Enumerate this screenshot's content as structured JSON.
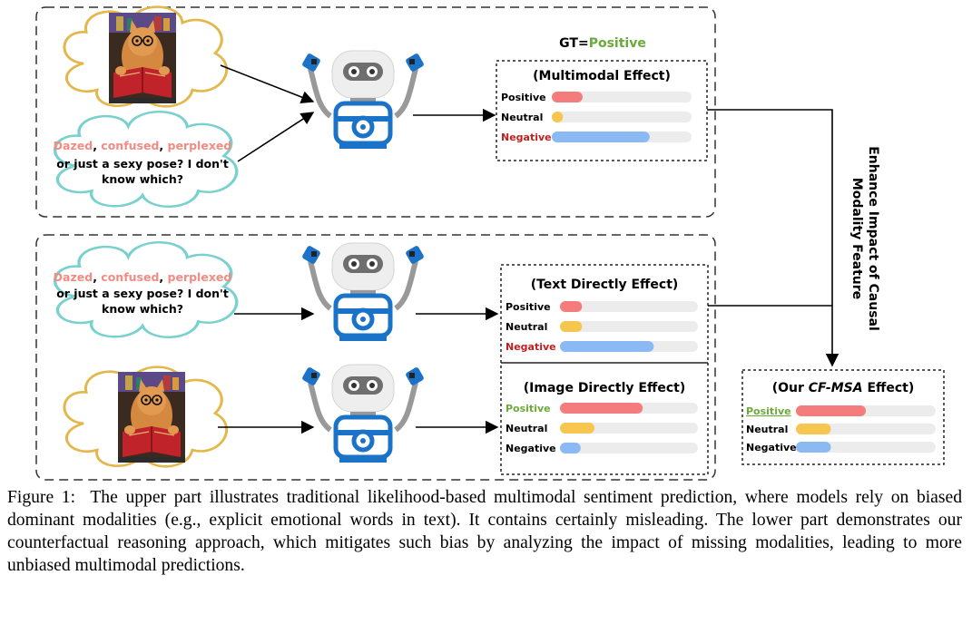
{
  "figure": {
    "gt": {
      "prefix": "GT=",
      "value": "Positive"
    },
    "text_bubble": {
      "w1": "Dazed",
      "c1": ", ",
      "w2": "confused",
      "c2": ", ",
      "w3": "perplexed",
      "line2": "or just a sexy pose? I don't",
      "line3": "know which?"
    },
    "side_label": {
      "line1": "Enhance Impact of Causal",
      "line2": "Modality Feature"
    },
    "panels": {
      "multimodal": {
        "title": "(Multimodal Effect)",
        "rows": [
          {
            "label": "Positive",
            "value": 0.22,
            "highlight": "none"
          },
          {
            "label": "Neutral",
            "value": 0.08,
            "highlight": "none"
          },
          {
            "label": "Negative",
            "value": 0.7,
            "highlight": "red"
          }
        ]
      },
      "text": {
        "title": "(Text Directly Effect)",
        "rows": [
          {
            "label": "Positive",
            "value": 0.16,
            "highlight": "none"
          },
          {
            "label": "Neutral",
            "value": 0.16,
            "highlight": "none"
          },
          {
            "label": "Negative",
            "value": 0.68,
            "highlight": "red"
          }
        ]
      },
      "image": {
        "title": "(Image Directly Effect)",
        "rows": [
          {
            "label": "Positive",
            "value": 0.6,
            "highlight": "green"
          },
          {
            "label": "Neutral",
            "value": 0.25,
            "highlight": "none"
          },
          {
            "label": "Negative",
            "value": 0.15,
            "highlight": "none"
          }
        ]
      },
      "ours": {
        "title_pre": "(Our ",
        "title_em": "CF-MSA",
        "title_post": " Effect)",
        "rows": [
          {
            "label": "Positive",
            "value": 0.5,
            "highlight": "green-underline"
          },
          {
            "label": "Neutral",
            "value": 0.25,
            "highlight": "none"
          },
          {
            "label": "Negative",
            "value": 0.25,
            "highlight": "none"
          }
        ]
      }
    },
    "colors": {
      "positive_bar": "#f47c7c",
      "neutral_bar": "#f7c64e",
      "negative_bar": "#8ab9f4",
      "track": "#ececec",
      "red": "#c0201f",
      "green": "#6aaa3a",
      "salmon": "#f28b82",
      "cloud_yellow": "#e3b74a",
      "cloud_teal": "#79d1cf",
      "robot_blue": "#1a73c8"
    }
  },
  "caption": {
    "lead": "Figure 1:",
    "text": "The upper part illustrates traditional likelihood-based multimodal sentiment prediction, where models rely on biased dominant modalities (e.g., explicit emotional words in text). It contains certainly misleading. The lower part demonstrates our counterfactual reasoning approach, which mitigates such bias by analyzing the impact of missing modalities, leading to more unbiased multimodal predictions."
  }
}
